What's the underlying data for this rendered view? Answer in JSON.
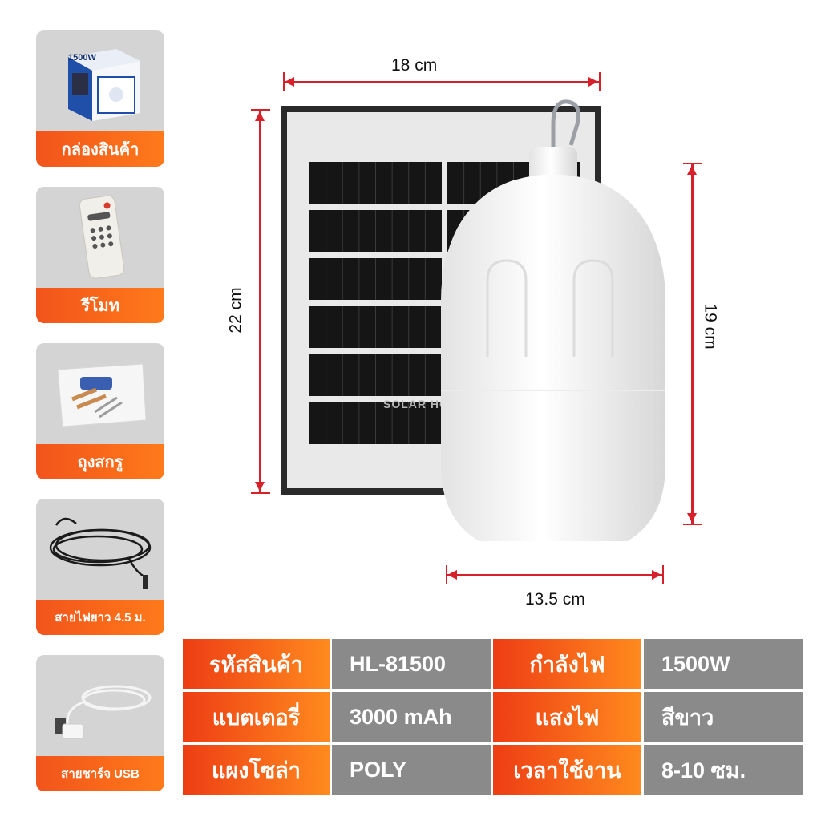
{
  "accessories": [
    {
      "label": "กล่องสินค้า",
      "icon": "product-box-icon"
    },
    {
      "label": "รีโมท",
      "icon": "remote-control-icon"
    },
    {
      "label": "ถุงสกรู",
      "icon": "screw-bag-icon"
    },
    {
      "label": "สายไฟยาว 4.5 ม.",
      "icon": "power-cable-icon"
    },
    {
      "label": "สายชาร์จ USB",
      "icon": "usb-cable-icon"
    }
  ],
  "box_text": "1500W",
  "dimensions": {
    "panel_width": "18 cm",
    "panel_height": "22 cm",
    "bulb_height": "19 cm",
    "bulb_width": "13.5 cm"
  },
  "watermark": "SOLAR HOME",
  "specs": [
    {
      "key1": "รหัสสินค้า",
      "val1": "HL-81500",
      "key2": "กำลังไฟ",
      "val2": "1500W"
    },
    {
      "key1": "แบตเตอรี่",
      "val1": "3000 mAh",
      "key2": "แสงไฟ",
      "val2": "สีขาว"
    },
    {
      "key1": "แผงโซล่า",
      "val1": "POLY",
      "key2": "เวลาใช้งาน",
      "val2": "8-10 ซม."
    }
  ],
  "colors": {
    "accent_orange": "#f2541b",
    "dimension_red": "#d6202a",
    "spec_value_gray": "#8a8a8a"
  }
}
